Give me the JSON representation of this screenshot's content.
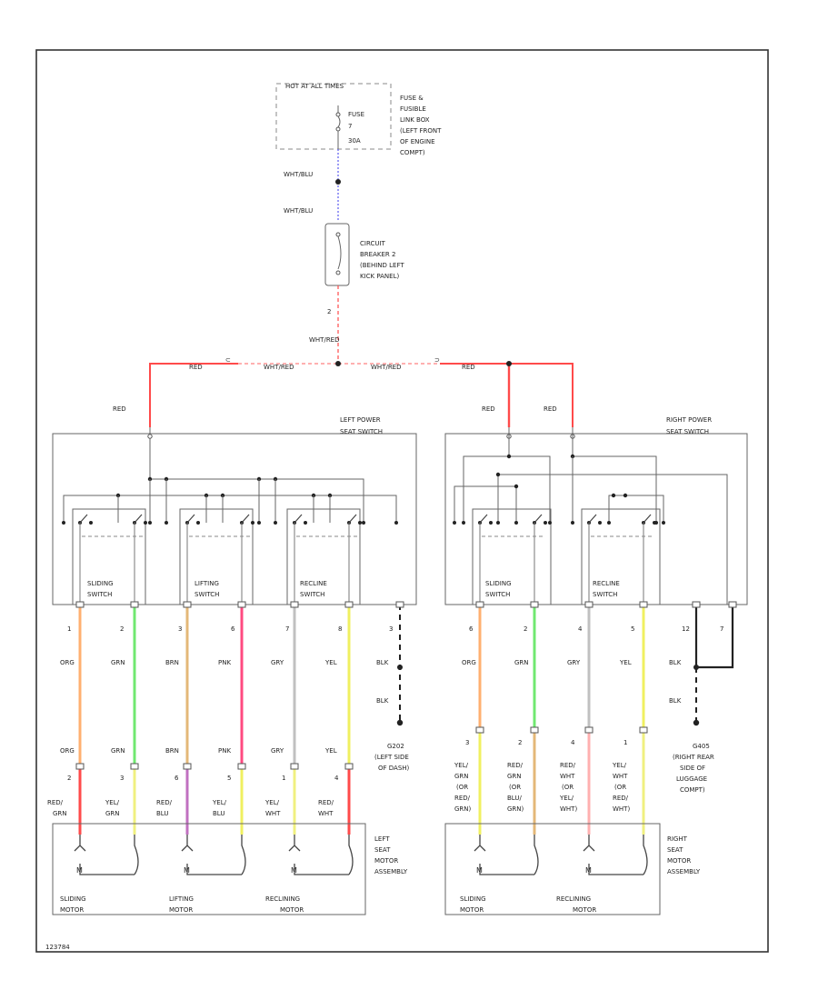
{
  "colors": {
    "red": "#ff4a4a",
    "blue": "#5a5af0",
    "orange": "#ffb070",
    "green": "#70e870",
    "brown": "#e4b878",
    "pink": "#ff4a80",
    "yellow": "#f0f060",
    "light_yellow": "#f0f080",
    "gray": "#c0c0c0",
    "purple": "#c070c0",
    "black": "#222222",
    "pale_pink": "#ffb0b0"
  },
  "top": {
    "fuse_box_header": "HOT AT ALL TIMES",
    "fuse_label": "FUSE",
    "fuse_number": "7",
    "fuse_rating": "30A",
    "fuse_box_desc": [
      "FUSE &",
      "FUSIBLE",
      "LINK BOX",
      "(LEFT FRONT",
      "OF ENGINE",
      "COMPT)"
    ],
    "wire1": "WHT/BLU",
    "wire2": "WHT/BLU",
    "breaker_desc": [
      "CIRCUIT",
      "BREAKER 2",
      "(BEHIND LEFT",
      "KICK PANEL)"
    ],
    "breaker_pin": "2",
    "wire3": "WHT/RED"
  },
  "bus": {
    "left_red": "RED",
    "left_wht": "WHT/RED",
    "right_wht": "WHT/RED",
    "right_red": "RED"
  },
  "left_switch": {
    "feed_label": "RED",
    "title": [
      "LEFT POWER",
      "SEAT SWITCH"
    ],
    "sub": [
      "SLIDING",
      "SWITCH",
      "LIFTING",
      "SWITCH",
      "RECLINE",
      "SWITCH"
    ]
  },
  "right_switch": {
    "feed1": "RED",
    "feed2": "RED",
    "title": [
      "RIGHT POWER",
      "SEAT SWITCH"
    ],
    "sub": [
      "SLIDING",
      "SWITCH",
      "RECLINE",
      "SWITCH"
    ]
  },
  "left_wires": {
    "pins_top": [
      "1",
      "2",
      "3",
      "6",
      "7",
      "8",
      "3"
    ],
    "colors_top": [
      "ORG",
      "GRN",
      "BRN",
      "PNK",
      "GRY",
      "YEL",
      "BLK"
    ],
    "colors_bottom": [
      "ORG",
      "GRN",
      "BRN",
      "PNK",
      "GRY",
      "YEL",
      "BLK"
    ],
    "pins_bottom": [
      "2",
      "3",
      "6",
      "5",
      "1",
      "4"
    ],
    "motor_colors": [
      [
        "RED/",
        "GRN"
      ],
      [
        "YEL/",
        "GRN"
      ],
      [
        "RED/",
        "BLU"
      ],
      [
        "YEL/",
        "BLU"
      ],
      [
        "YEL/",
        "WHT"
      ],
      [
        "RED/",
        "WHT"
      ]
    ],
    "ground_desc": [
      "G202",
      "(LEFT SIDE",
      "OF DASH)"
    ]
  },
  "right_wires": {
    "pins_top": [
      "6",
      "2",
      "4",
      "5",
      "12",
      "7"
    ],
    "colors_top": [
      "ORG",
      "GRN",
      "GRY",
      "YEL",
      "BLK"
    ],
    "colors_bottom": [
      "BLK"
    ],
    "pins_bottom": [
      "3",
      "2",
      "4",
      "1"
    ],
    "motor_colors": [
      [
        "YEL/",
        "GRN",
        "(OR",
        "RED/",
        "GRN)"
      ],
      [
        "RED/",
        "GRN",
        "(OR",
        "BLU/",
        "GRN)"
      ],
      [
        "RED/",
        "WHT",
        "(OR",
        "YEL/",
        "WHT)"
      ],
      [
        "YEL/",
        "WHT",
        "(OR",
        "RED/",
        "WHT)"
      ]
    ],
    "ground_desc": [
      "G405",
      "(RIGHT REAR",
      "SIDE OF",
      "LUGGAGE",
      "COMPT)"
    ]
  },
  "left_motor": {
    "title": [
      "LEFT",
      "SEAT",
      "MOTOR",
      "ASSEMBLY"
    ],
    "m_label": "M",
    "motors": [
      [
        "SLIDING",
        "MOTOR"
      ],
      [
        "LIFTING",
        "MOTOR"
      ],
      [
        "RECLINING",
        "MOTOR"
      ]
    ]
  },
  "right_motor": {
    "title": [
      "RIGHT",
      "SEAT",
      "MOTOR",
      "ASSEMBLY"
    ],
    "m_label": "M",
    "motors": [
      [
        "SLIDING",
        "MOTOR"
      ],
      [
        "RECLINING",
        "MOTOR"
      ]
    ]
  },
  "figure_id": "123784"
}
